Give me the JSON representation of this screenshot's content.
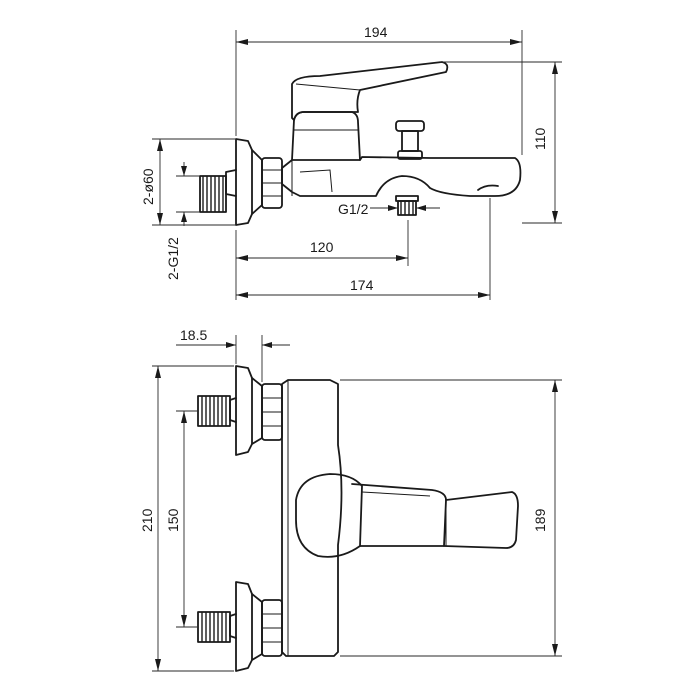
{
  "dimensions": {
    "overall_width": "194",
    "overall_height_top": "110",
    "inlet_diameter": "2-ø60",
    "inlet_thread": "2-G1/2",
    "outlet_thread": "G1/2",
    "center_to_outlet": "120",
    "body_length": "174",
    "inlet_offset": "18.5",
    "overall_height_front": "210",
    "inlet_spacing": "150",
    "body_height": "189"
  },
  "colors": {
    "line": "#1a1a1a",
    "background": "#ffffff"
  }
}
